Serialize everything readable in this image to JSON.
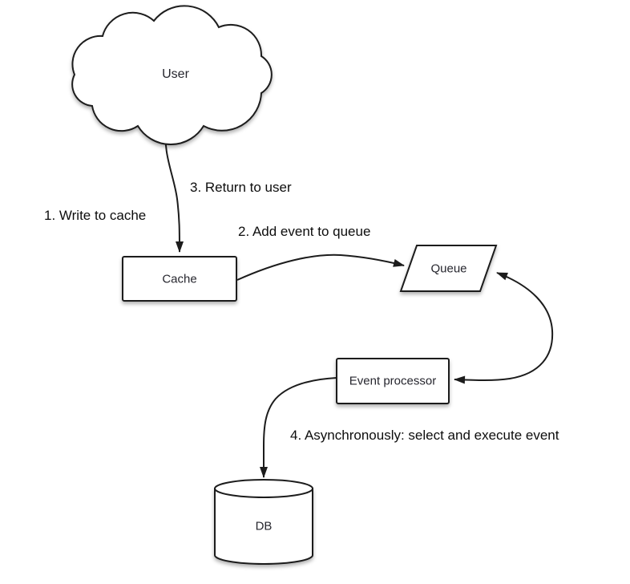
{
  "diagram_type": "flow-diagram",
  "colors": {
    "background": "#ffffff",
    "stroke": "#1c1c1c",
    "node_fill": "#ffffff",
    "node_text": "#26262e",
    "label_text": "#0d0d0d"
  },
  "nodes": {
    "user": {
      "label": "User",
      "shape": "cloud"
    },
    "cache": {
      "label": "Cache",
      "shape": "rectangle"
    },
    "queue": {
      "label": "Queue",
      "shape": "parallelogram"
    },
    "event_processor": {
      "label": "Event processor",
      "shape": "rectangle"
    },
    "db": {
      "label": "DB",
      "shape": "cylinder"
    }
  },
  "edges": [
    {
      "id": "write-to-cache",
      "from": "user",
      "to": "cache",
      "bidirectional": false,
      "label": "1. Write to cache"
    },
    {
      "id": "return-to-user",
      "from": "cache",
      "to": "user",
      "bidirectional": false,
      "label": "3. Return to user"
    },
    {
      "id": "add-event-to-queue",
      "from": "cache",
      "to": "queue",
      "bidirectional": false,
      "label": "2. Add event to queue"
    },
    {
      "id": "queue-event-processor",
      "from": "queue",
      "to": "event_processor",
      "bidirectional": true,
      "label": ""
    },
    {
      "id": "async-select-execute",
      "from": "event_processor",
      "to": "db",
      "bidirectional": false,
      "label": "4. Asynchronously: select and execute event"
    }
  ]
}
